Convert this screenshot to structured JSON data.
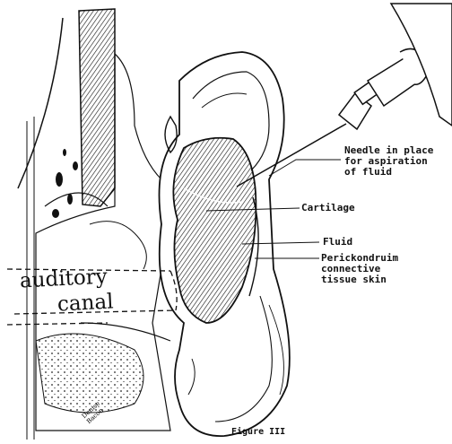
{
  "labels": {
    "needle_line1": "Needle in place",
    "needle_line2": "for aspiration",
    "needle_line3": "of fluid",
    "cartilage": "Cartilage",
    "fluid": "Fluid",
    "perichondrium_line1": "Perickondruim",
    "perichondrium_line2": "connective",
    "perichondrium_line3": "tissue skin"
  },
  "auditory_canal": {
    "line1": "auditory",
    "line2": "canal"
  },
  "signature": "Denise\nBacon",
  "caption": "Figure III",
  "colors": {
    "ink": "#111111",
    "fill": "#1a1a1a",
    "paper": "#ffffff"
  }
}
